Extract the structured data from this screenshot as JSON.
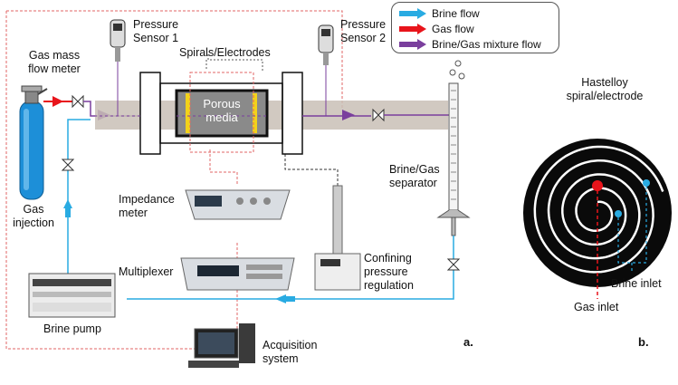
{
  "legend": {
    "items": [
      {
        "label": "Brine flow",
        "color": "#29abe2"
      },
      {
        "label": "Gas flow",
        "color": "#e8141b"
      },
      {
        "label": "Brine/Gas mixture flow",
        "color": "#7a3f9d"
      }
    ]
  },
  "labels": {
    "pressure_sensor_1": [
      "Pressure",
      "Sensor 1"
    ],
    "pressure_sensor_2": [
      "Pressure",
      "Sensor 2"
    ],
    "gas_mass_flow_meter": [
      "Gas mass",
      "flow meter"
    ],
    "spirals_electrodes": "Spirals/Electrodes",
    "porous_media": [
      "Porous",
      "media"
    ],
    "gas_injection": [
      "Gas",
      "injection"
    ],
    "impedance_meter": [
      "Impedance",
      "meter"
    ],
    "brine_gas_separator": [
      "Brine/Gas",
      "separator"
    ],
    "multiplexer": "Multiplexer",
    "confining_pressure": [
      "Confining",
      "pressure",
      "regulation"
    ],
    "brine_pump": "Brine pump",
    "acquisition_system": [
      "Acquisition",
      "system"
    ],
    "hastelloy": [
      "Hastelloy",
      "spiral/electrode"
    ],
    "brine_inlet": "Brine inlet",
    "gas_inlet": "Gas inlet",
    "panel_a": "a.",
    "panel_b": "b."
  },
  "colors": {
    "brine": "#29abe2",
    "gas": "#e8141b",
    "mixture": "#7a3f9d",
    "control_wire": "#e06666",
    "electrode_yellow": "#f2d21b",
    "core_gray": "#c9bfb6"
  }
}
